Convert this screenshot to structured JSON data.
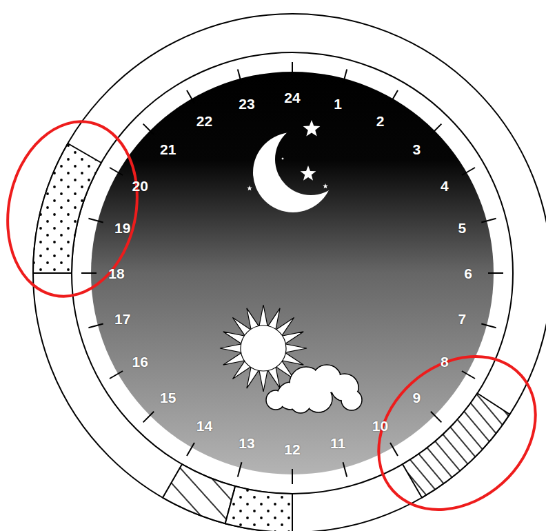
{
  "diagram": {
    "labels": [
      "24",
      "1",
      "2",
      "3",
      "4",
      "5",
      "6",
      "7",
      "8",
      "9",
      "10",
      "11",
      "12",
      "13",
      "14",
      "15",
      "16",
      "17",
      "18",
      "19",
      "20",
      "21",
      "22",
      "23"
    ]
  }
}
